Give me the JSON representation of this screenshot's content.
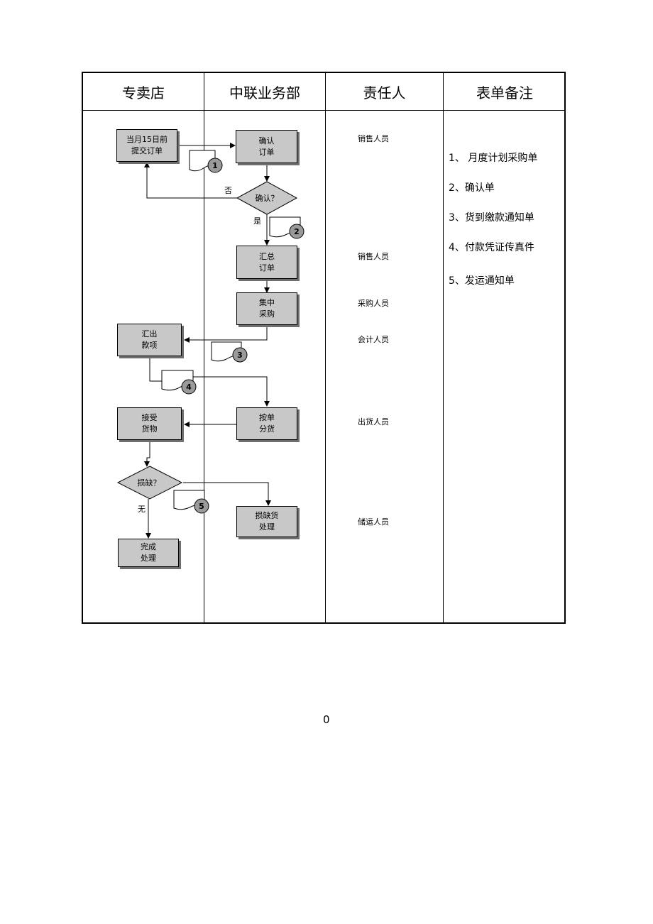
{
  "headers": [
    "专卖店",
    "中联业务部",
    "责任人",
    "表单备注"
  ],
  "boxes": {
    "submit_order": "当月15日前\n提交订单",
    "confirm_order": "确认\n订单",
    "summary_order": "汇总\n订单",
    "central_purchase": "集中\n采购",
    "remit_payment": "汇出\n款项",
    "receive_goods": "接受\n货物",
    "distribute_goods": "按单\n分货",
    "damage_handling": "损缺货\n处理",
    "complete_handling": "完成\n处理"
  },
  "diamonds": {
    "confirm": "确认？",
    "damage": "损缺？"
  },
  "branch_labels": {
    "no": "否",
    "yes": "是",
    "none": "无"
  },
  "doc_numbers": [
    "1",
    "2",
    "3",
    "4",
    "5"
  ],
  "responsible": [
    "销售人员",
    "销售人员",
    "采购人员",
    "会计人员",
    "出货人员",
    "储运人员"
  ],
  "notes": [
    "1、 月度计划采购单",
    "2、确认单",
    "3、货到缴款通知单",
    "4、付款凭证传真件",
    "5、发运通知单"
  ],
  "page_number": "0"
}
